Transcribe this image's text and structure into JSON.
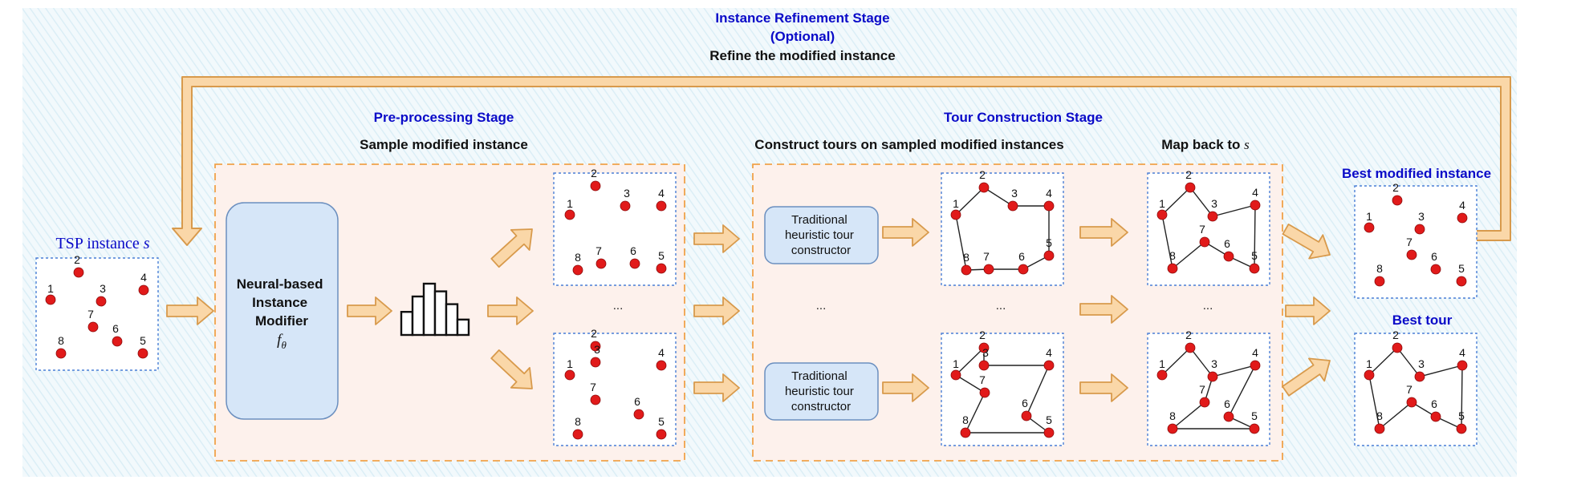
{
  "refinement": {
    "title": "Instance Refinement Stage",
    "subtitle": "(Optional)",
    "description": "Refine the modified instance"
  },
  "preprocessing": {
    "title": "Pre-processing Stage",
    "description": "Sample modified instance"
  },
  "tour_construction": {
    "title": "Tour Construction Stage",
    "description": "Construct tours on sampled modified instances",
    "map_back_prefix": "Map back to",
    "map_back_symbol": "s"
  },
  "input": {
    "label_prefix": "TSP instance",
    "label_symbol": "s"
  },
  "modifier": {
    "line1": "Neural-based",
    "line2": "Instance",
    "line3": "Modifier",
    "symbol": "f",
    "symbol_sub": "θ"
  },
  "constructor_top": {
    "line1": "Traditional",
    "line2": "heuristic tour",
    "line3": "constructor"
  },
  "constructor_bottom": {
    "line1": "Traditional",
    "line2": "heuristic tour",
    "line3": "constructor"
  },
  "outputs": {
    "best_instance": "Best modified instance",
    "best_tour": "Best tour"
  },
  "ellipsis": "...",
  "node_labels": [
    "1",
    "2",
    "3",
    "4",
    "5",
    "6",
    "7",
    "8"
  ],
  "colors": {
    "stage_title": "#0a0ac8",
    "arrow_fill": "#fad7a8",
    "arrow_stroke": "#d89a4c",
    "node": "#e11a1a",
    "box_border": "#4a7fd6",
    "modifier_fill": "#d6e6f8",
    "stage_fill": "#fdf1ec",
    "stage_border": "#f0a24a",
    "background": "#eef7fb"
  },
  "histogram": {
    "values": [
      0.45,
      0.75,
      1.0,
      0.85,
      0.6,
      0.3
    ]
  }
}
